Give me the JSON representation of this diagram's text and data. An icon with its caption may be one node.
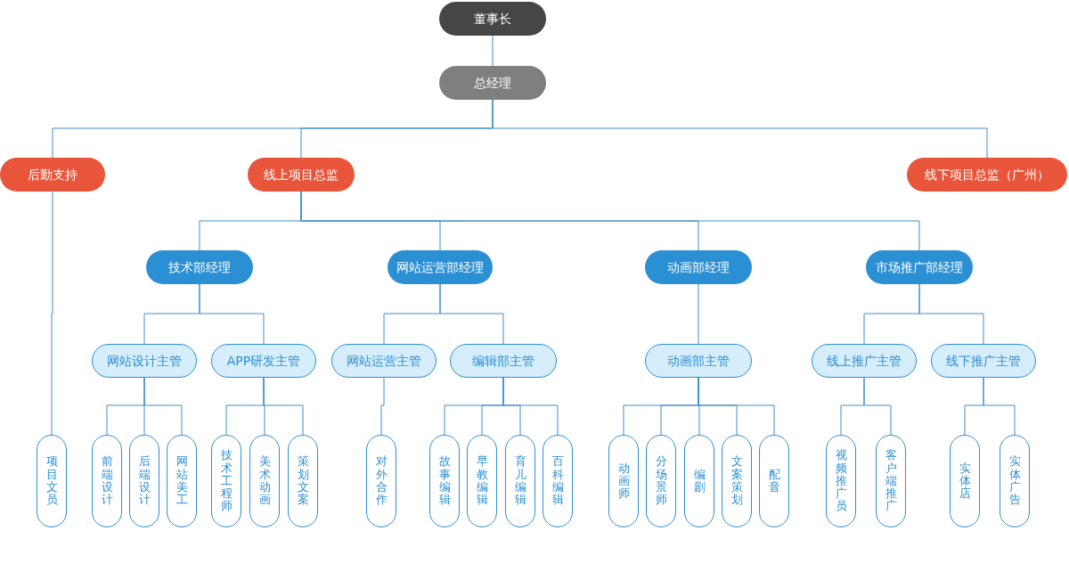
{
  "diagram": {
    "nodes": [
      {
        "text": [
          "董事长"
        ]
      },
      {
        "text": [
          "总经理"
        ]
      },
      {
        "text": [
          "后勤支持"
        ]
      },
      {
        "text": [
          "线上项目总监"
        ]
      },
      {
        "text": [
          "线下项目总监（广州）"
        ]
      },
      {
        "text": [
          "技术部经理"
        ]
      },
      {
        "text": [
          "网站运营部经理"
        ]
      },
      {
        "text": [
          "动画部经理"
        ]
      },
      {
        "text": [
          "市场推广部经理"
        ]
      },
      {
        "text": [
          "网站设计主管"
        ]
      },
      {
        "text": [
          "APP研发主管"
        ]
      },
      {
        "text": [
          "网站运营主管"
        ]
      },
      {
        "text": [
          "编辑部主管"
        ]
      },
      {
        "text": [
          "动画部主管"
        ]
      },
      {
        "text": [
          "线上推广主管"
        ]
      },
      {
        "text": [
          "线下推广主管"
        ]
      },
      {
        "text": [
          "项目文员"
        ]
      },
      {
        "text": [
          "前端设计"
        ]
      },
      {
        "text": [
          "后端设计"
        ]
      },
      {
        "text": [
          "网站美工"
        ]
      },
      {
        "text": [
          "技术工程师"
        ]
      },
      {
        "text": [
          "美术动画"
        ]
      },
      {
        "text": [
          "策划文案"
        ]
      },
      {
        "text": [
          "对外合作"
        ]
      },
      {
        "text": [
          "故事编辑"
        ]
      },
      {
        "text": [
          "早教编辑"
        ]
      },
      {
        "text": [
          "育儿编辑"
        ]
      },
      {
        "text": [
          "百科编辑"
        ]
      },
      {
        "text": [
          "动画师"
        ]
      },
      {
        "text": [
          "分场景师"
        ]
      },
      {
        "text": [
          "编剧"
        ]
      },
      {
        "text": [
          "文案策划"
        ]
      },
      {
        "text": [
          "配音"
        ]
      },
      {
        "text": [
          "视频推广员"
        ]
      },
      {
        "text": [
          "客户端推广"
        ]
      },
      {
        "text": [
          "实体店"
        ]
      },
      {
        "text": [
          "实体广告"
        ]
      }
    ],
    "edges": [
      {
        "from": 0,
        "to": 1,
        "arrow": "none"
      },
      {
        "from": 1,
        "to": 2,
        "arrow": "none"
      },
      {
        "from": 1,
        "to": 3,
        "arrow": "none"
      },
      {
        "from": 1,
        "to": 4,
        "arrow": "none"
      },
      {
        "from": 3,
        "to": 5,
        "arrow": "none"
      },
      {
        "from": 3,
        "to": 6,
        "arrow": "none"
      },
      {
        "from": 3,
        "to": 7,
        "arrow": "none"
      },
      {
        "from": 3,
        "to": 8,
        "arrow": "none"
      },
      {
        "from": 5,
        "to": 9,
        "arrow": "none"
      },
      {
        "from": 5,
        "to": 10,
        "arrow": "none"
      },
      {
        "from": 6,
        "to": 11,
        "arrow": "none"
      },
      {
        "from": 6,
        "to": 12,
        "arrow": "none"
      },
      {
        "from": 7,
        "to": 13,
        "arrow": "none"
      },
      {
        "from": 8,
        "to": 14,
        "arrow": "none"
      },
      {
        "from": 8,
        "to": 15,
        "arrow": "none"
      },
      {
        "from": 2,
        "to": 16,
        "arrow": "none"
      },
      {
        "from": 9,
        "to": 17,
        "arrow": "none"
      },
      {
        "from": 9,
        "to": 18,
        "arrow": "none"
      },
      {
        "from": 9,
        "to": 19,
        "arrow": "none"
      },
      {
        "from": 10,
        "to": 20,
        "arrow": "none"
      },
      {
        "from": 10,
        "to": 21,
        "arrow": "none"
      },
      {
        "from": 10,
        "to": 22,
        "arrow": "none"
      },
      {
        "from": 11,
        "to": 23,
        "arrow": "none"
      },
      {
        "from": 12,
        "to": 24,
        "arrow": "none"
      },
      {
        "from": 12,
        "to": 25,
        "arrow": "none"
      },
      {
        "from": 12,
        "to": 26,
        "arrow": "none"
      },
      {
        "from": 12,
        "to": 27,
        "arrow": "none"
      },
      {
        "from": 13,
        "to": 28,
        "arrow": "none"
      },
      {
        "from": 13,
        "to": 29,
        "arrow": "none"
      },
      {
        "from": 13,
        "to": 30,
        "arrow": "none"
      },
      {
        "from": 13,
        "to": 31,
        "arrow": "none"
      },
      {
        "from": 13,
        "to": 32,
        "arrow": "none"
      },
      {
        "from": 14,
        "to": 33,
        "arrow": "none"
      },
      {
        "from": 14,
        "to": 34,
        "arrow": "none"
      },
      {
        "from": 15,
        "to": 35,
        "arrow": "none"
      },
      {
        "from": 15,
        "to": 36,
        "arrow": "none"
      }
    ]
  }
}
